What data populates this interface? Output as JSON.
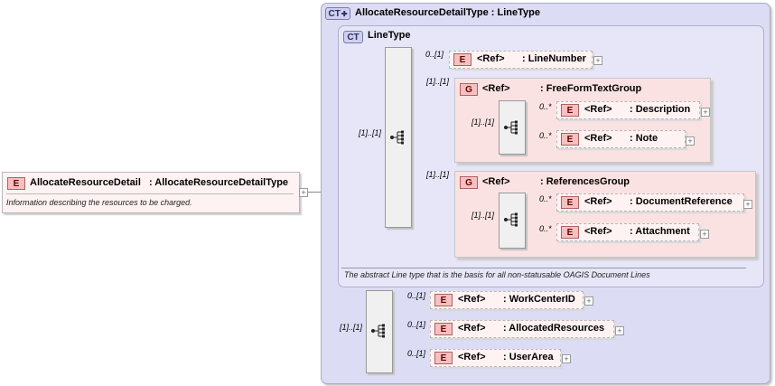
{
  "root": {
    "badge": "E",
    "name": "AllocateResourceDetail",
    "type": ": AllocateResourceDetailType",
    "doc": "Information describing the resources to be charged."
  },
  "ct_outer": {
    "badge": "CT",
    "title": "AllocateResourceDetailType : LineType"
  },
  "ct_inner": {
    "badge": "CT",
    "title": "LineType",
    "doc": "The abstract Line type that is the basis for all non-statusable OAGIS Document Lines"
  },
  "cards": {
    "seq_main": "[1]..[1]",
    "seq_ext": "[1]..[1]",
    "line_number": "0..[1]",
    "free_group": "[1]..[1]",
    "free_seq": "[1]..[1]",
    "description": "0..*",
    "note": "0..*",
    "ref_group": "[1]..[1]",
    "ref_seq": "[1]..[1]",
    "doc_ref": "0..*",
    "attachment": "0..*",
    "work_center": "0..[1]",
    "allocated": "0..[1]",
    "user_area": "0..[1]"
  },
  "elements": {
    "line_number": {
      "badge": "E",
      "ref": "<Ref>",
      "name": ": LineNumber"
    },
    "description": {
      "badge": "E",
      "ref": "<Ref>",
      "name": ": Description"
    },
    "note": {
      "badge": "E",
      "ref": "<Ref>",
      "name": ": Note"
    },
    "doc_ref": {
      "badge": "E",
      "ref": "<Ref>",
      "name": ": DocumentReference"
    },
    "attachment": {
      "badge": "E",
      "ref": "<Ref>",
      "name": ": Attachment"
    },
    "work_center": {
      "badge": "E",
      "ref": "<Ref>",
      "name": ": WorkCenterID"
    },
    "allocated": {
      "badge": "E",
      "ref": "<Ref>",
      "name": ": AllocatedResources"
    },
    "user_area": {
      "badge": "E",
      "ref": "<Ref>",
      "name": ": UserArea"
    }
  },
  "groups": {
    "free": {
      "badge": "G",
      "ref": "<Ref>",
      "name": ": FreeFormTextGroup"
    },
    "refs": {
      "badge": "G",
      "ref": "<Ref>",
      "name": ": ReferencesGroup"
    }
  },
  "expand_symbol": "+"
}
